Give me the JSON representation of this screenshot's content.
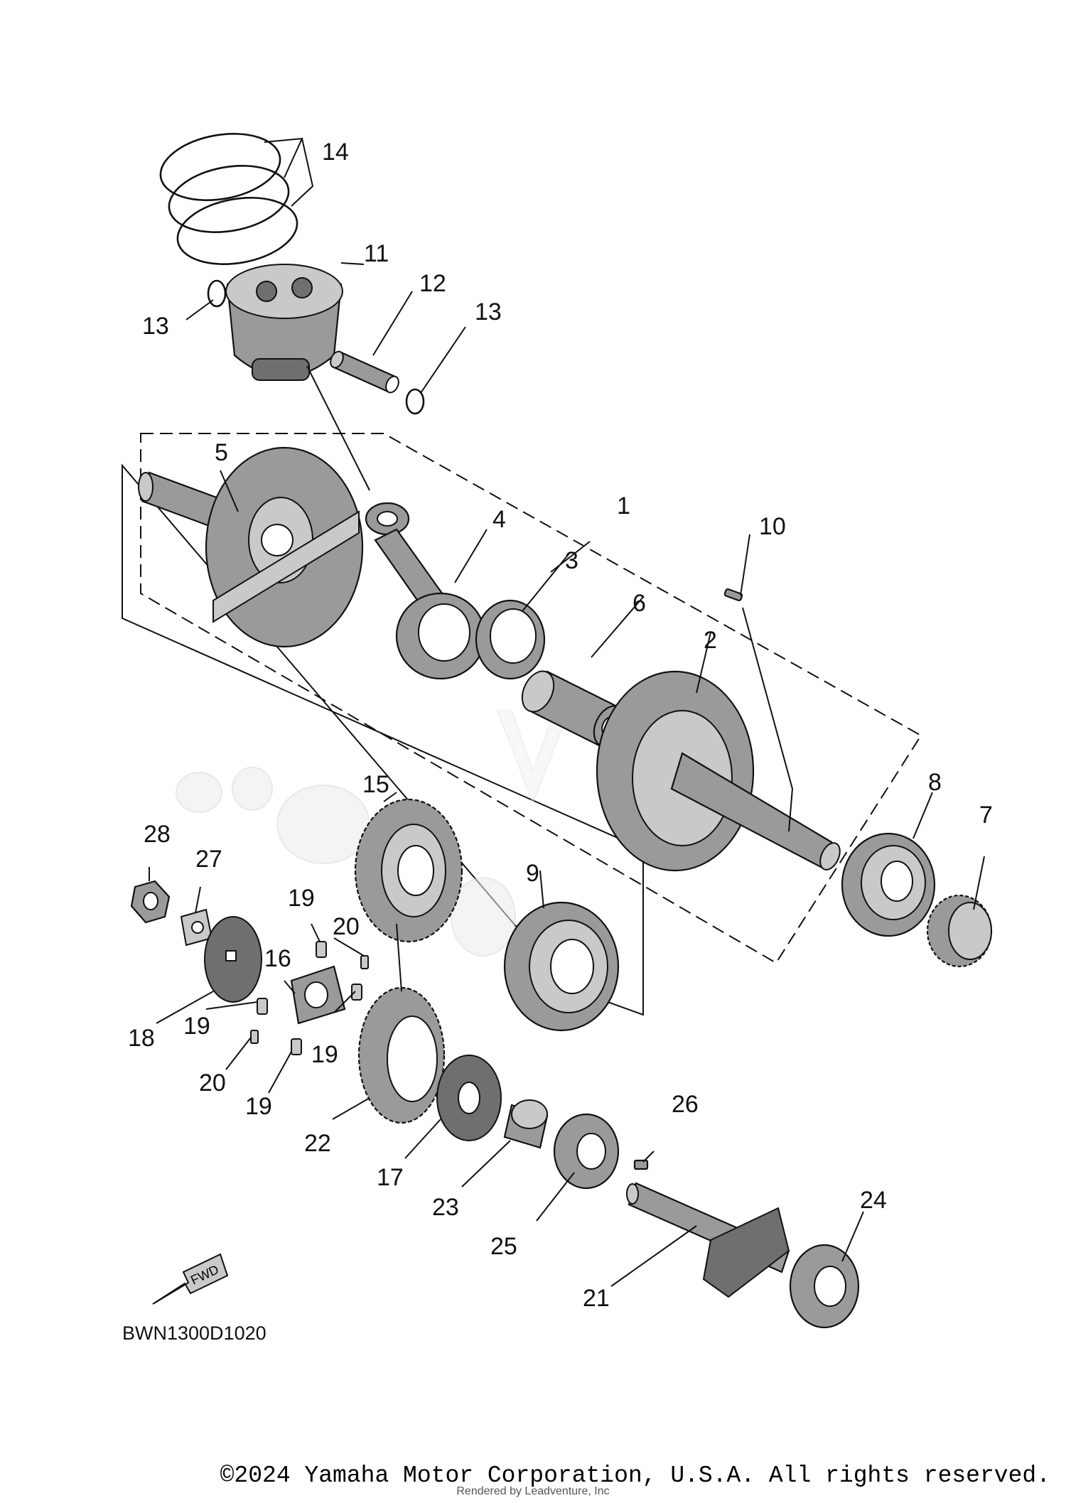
{
  "diagram_code": "BWN1300D1020",
  "fwd_label": "FWD",
  "copyright": "©2024 Yamaha Motor Corporation, U.S.A. All rights reserved.",
  "rendered_by": "Rendered by Leadventure, Inc",
  "callouts": {
    "c1": "1",
    "c2": "2",
    "c3": "3",
    "c4": "4",
    "c5": "5",
    "c6": "6",
    "c7": "7",
    "c8": "8",
    "c9": "9",
    "c10": "10",
    "c11": "11",
    "c12": "12",
    "c13a": "13",
    "c13b": "13",
    "c14": "14",
    "c15": "15",
    "c16": "16",
    "c17": "17",
    "c18": "18",
    "c19a": "19",
    "c19b": "19",
    "c19c": "19",
    "c19d": "19",
    "c20a": "20",
    "c20b": "20",
    "c21": "21",
    "c22": "22",
    "c23": "23",
    "c24": "24",
    "c25": "25",
    "c26": "26",
    "c27": "27",
    "c28": "28"
  }
}
